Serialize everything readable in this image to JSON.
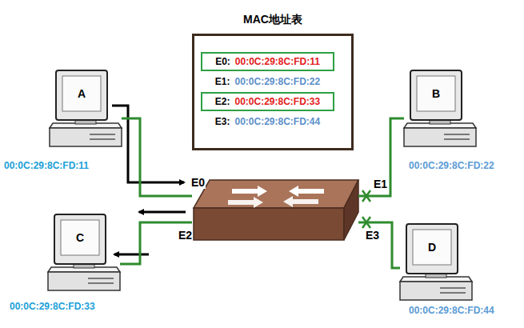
{
  "diagram": {
    "nodes": [
      {
        "text": [
          "MAC地址表"
        ]
      },
      {
        "text": [
          "E0:",
          "00:0C:29:8C:FD:11"
        ],
        "in": 0
      },
      {
        "text": [
          "E1:",
          "00:0C:29:8C:FD:22"
        ],
        "in": 0
      },
      {
        "text": [
          "E2:",
          "00:0C:29:8C:FD:33"
        ],
        "in": 0
      },
      {
        "text": [
          "E3:",
          "00:0C:29:8C:FD:44"
        ],
        "in": 0
      },
      {
        "text": [
          "A",
          "00:0C:29:8C:FD:11"
        ]
      },
      {
        "text": [
          "B",
          "00:0C:29:8C:FD:22"
        ]
      },
      {
        "text": []
      },
      {
        "text": [
          "C",
          "00:0C:29:8C:FD:33"
        ]
      },
      {
        "text": [
          "D",
          "00:0C:29:8C:FD:44"
        ]
      }
    ],
    "edges": [
      {
        "from": 5,
        "to": 7,
        "label": "E0",
        "arrow": "none"
      },
      {
        "from": 6,
        "to": 7,
        "label": "E1",
        "arrow": "none"
      },
      {
        "from": 8,
        "to": 7,
        "label": "E2",
        "arrow": "none"
      },
      {
        "from": 9,
        "to": 7,
        "label": "E3",
        "arrow": "none"
      }
    ]
  }
}
